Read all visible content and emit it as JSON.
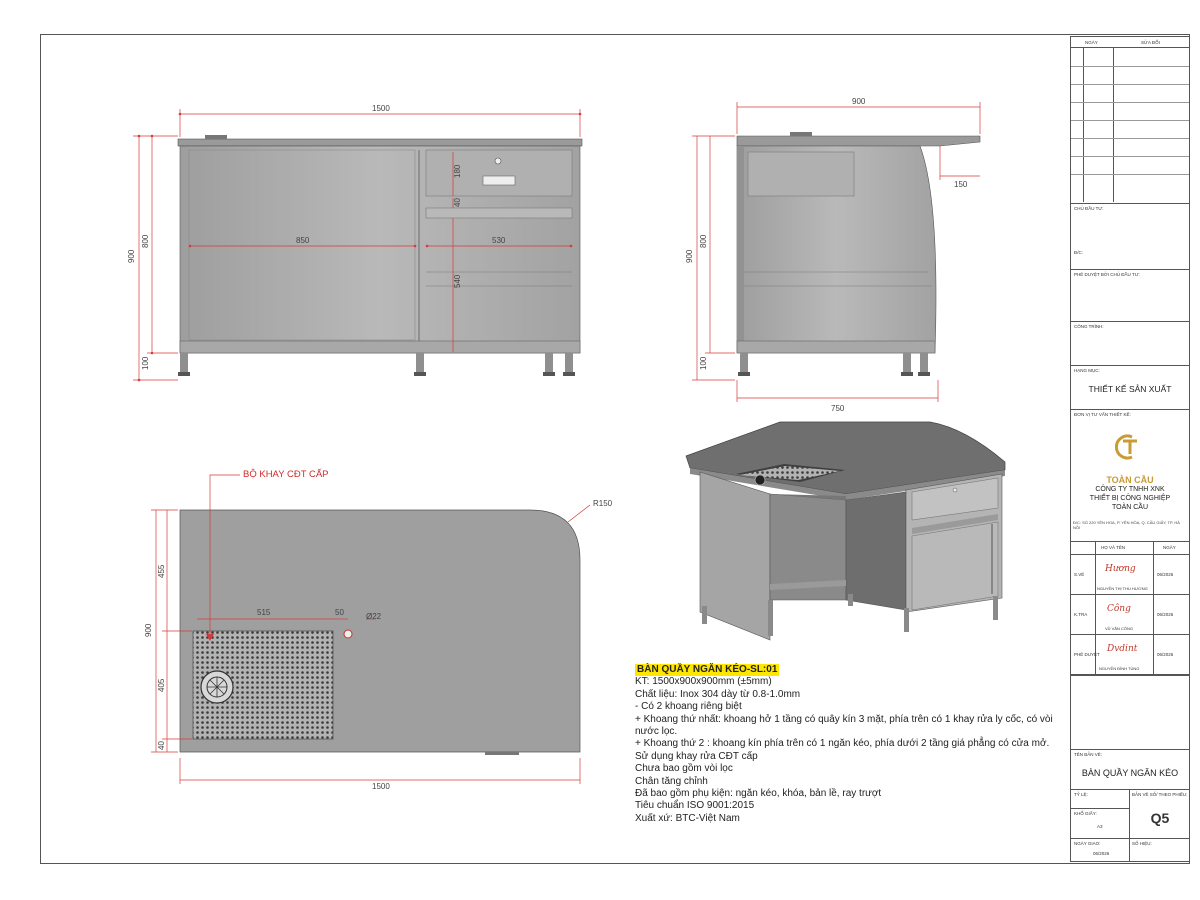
{
  "dimensions": {
    "front_width": "1500",
    "front_height": "900",
    "front_body": "800",
    "front_leg": "100",
    "front_left_bay": "850",
    "front_right_bay": "530",
    "front_drawer": "180",
    "front_gap": "40",
    "front_lower": "540",
    "side_width": "900",
    "side_height": "900",
    "side_body": "800",
    "side_leg": "100",
    "side_overhang": "150",
    "side_depth": "750",
    "plan_width": "1500",
    "plan_height": "900",
    "plan_upper": "455",
    "plan_lower": "405",
    "plan_bottom": "40",
    "plan_tray": "515",
    "plan_gap": "50",
    "plan_radius": "R150",
    "plan_hole": "Ø22"
  },
  "callout": "BỘ KHAY CĐT CẤP",
  "spec": {
    "title": "BÀN QUẦY NGĂN KÉO-SL:01",
    "lines": [
      "KT: 1500x900x900mm (±5mm)",
      "Chất liệu: Inox 304 dày từ 0.8-1.0mm",
      "- Có 2 khoang riêng biệt",
      "+ Khoang thứ nhất: khoang hở 1 tầng có quây kín 3 mặt, phía trên có 1 khay rửa ly cốc, có vòi nước lọc.",
      "+ Khoang thứ 2 : khoang kín phía trên có 1 ngăn kéo, phía dưới 2 tầng giá phẳng có cửa mở.",
      "Sử dụng khay rửa CĐT cấp",
      "Chưa bao gồm vòi lọc",
      "Chân tăng chỉnh",
      "Đã bao gồm phụ kiện: ngăn kéo, khóa, bản lề, ray trượt",
      "Tiêu chuẩn ISO 9001:2015",
      "Xuất xứ: BTC-Việt Nam"
    ]
  },
  "title_block": {
    "rev_header_date": "NGÀY",
    "rev_header_edit": "SỬA ĐỔI",
    "owner_label": "CHỦ ĐẦU TƯ:",
    "owner_address": "Đ/C:",
    "approve_label": "PHÊ DUYỆT BỞI CHỦ ĐẦU TƯ:",
    "project_label": "CÔNG TRÌNH:",
    "item_label": "HẠNG MỤC:",
    "item_value": "THIẾT KẾ SẢN XUẤT",
    "designer_label": "ĐƠN VỊ TƯ VẤN THIẾT KẾ:",
    "brand": "TOÀN CẦU",
    "company_lines": [
      "CÔNG TY TNHH XNK",
      "THIẾT BỊ CÔNG NGHIỆP",
      "TOÀN CẦU"
    ],
    "address": "Đ/C: SỐ 220 YÊN HOA, P. YÊN HÒA, Q. CẦU GIẤY, TP. HÀ NỘI",
    "sig_header_name": "HỌ VÀ TÊN",
    "sig_header_date": "NGÀY",
    "signers": [
      {
        "role": "S.VẼ",
        "name": "NGUYỄN THỊ THU HƯƠNG",
        "date": "06/2026",
        "sig": "Hương"
      },
      {
        "role": "K.TRA",
        "name": "VŨ VĂN CÔNG",
        "date": "06/2026",
        "sig": "Công"
      },
      {
        "role": "PHÊ DUYỆT",
        "name": "NGUYỄN ĐÌNH TÙNG",
        "date": "06/2026",
        "sig": "Dvdint"
      }
    ],
    "drawing_name_label": "TÊN BẢN VẼ:",
    "drawing_name": "BÀN QUẦY NGĂN KÉO",
    "scale_label": "TỶ LỆ:",
    "sheet_label": "BẢN VẼ SỐ/ THEO PHIẾU:",
    "size_label": "KHỔ GIẤY:",
    "size_value": "A3",
    "sheet_no": "Q5",
    "date_label": "NGÀY GIAO:",
    "date_value": "06/2026",
    "no_label": "SỐ HIỆU:"
  },
  "colors": {
    "dimension": "#d63a3a",
    "steel": "#a9a9a9",
    "steel_dark": "#7d7d7d",
    "highlight": "#ffe600",
    "brand": "#c89b35"
  }
}
